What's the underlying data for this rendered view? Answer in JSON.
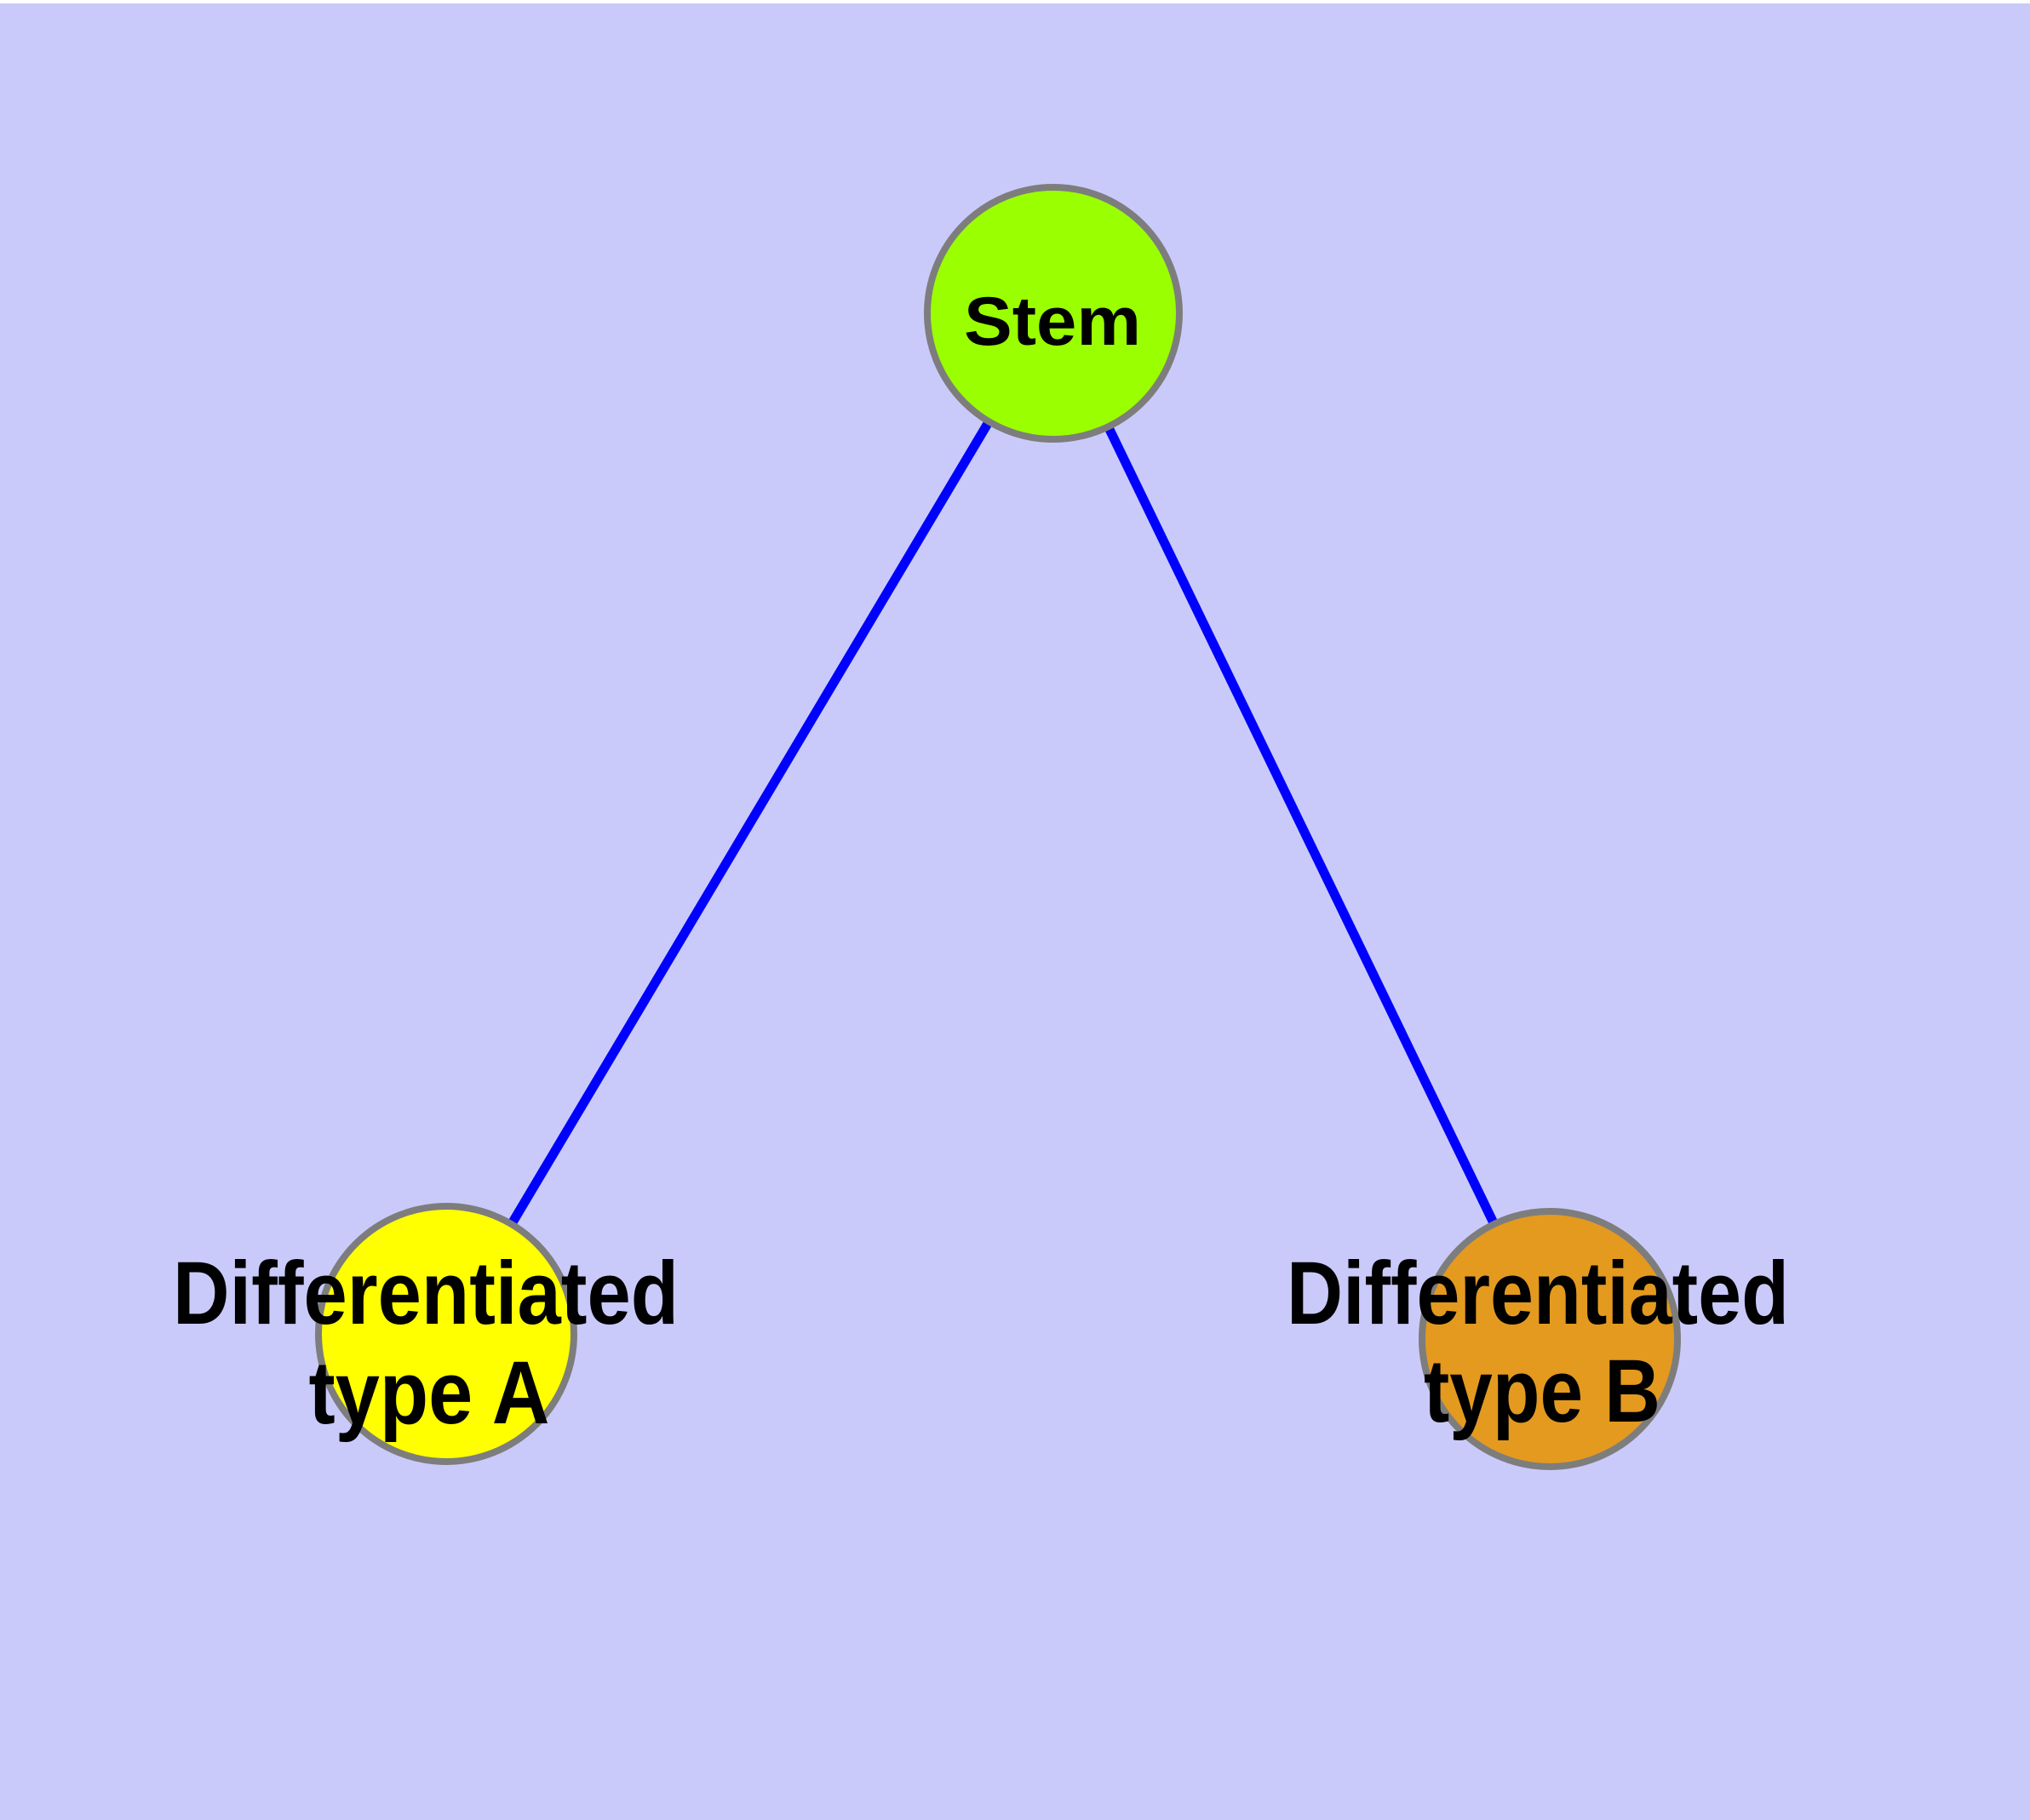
{
  "diagram": {
    "type": "node-link-graph",
    "background_color": "#cacafa",
    "top_margin_color": "#ffffff",
    "edge_color": "#0000ff",
    "node_border_color": "#7d7d7d",
    "label_color": "#000000",
    "nodes": [
      {
        "id": "stem",
        "label": "Stem",
        "fill_color": "#9aff00"
      },
      {
        "id": "differentiated-type-a",
        "label_line1": "Differentiated",
        "label_line2": "type A",
        "fill_color": "#ffff00"
      },
      {
        "id": "differentiated-type-b",
        "label_line1": "Differentiated",
        "label_line2": "type B",
        "fill_color": "#e39a1f"
      }
    ],
    "edges": [
      {
        "from": "stem",
        "to": "differentiated-type-a"
      },
      {
        "from": "stem",
        "to": "differentiated-type-b"
      }
    ]
  }
}
